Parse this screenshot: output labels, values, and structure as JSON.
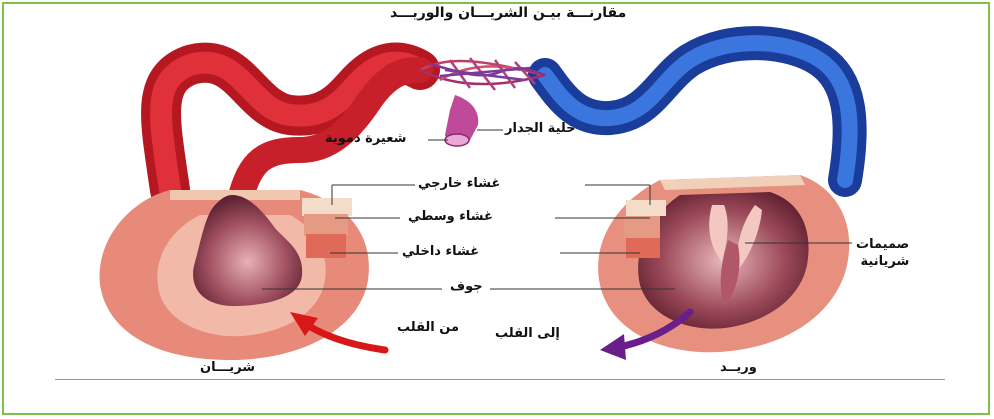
{
  "title": "مقارنـــة بيـن الشريـــان والوريـــد",
  "labels": {
    "wall_cell": "خلية الجدار",
    "capillary": "شعيرة دموية",
    "outer_layer": "غشاء خارجي",
    "middle_layer": "غشاء وسطي",
    "inner_layer": "غشاء داخلي",
    "lumen": "جوف",
    "valves": "صميمات\nشريانية",
    "from_heart": "من القلب",
    "to_heart": "إلى القلب",
    "artery": "شريـــان",
    "vein": "وريــد"
  },
  "colors": {
    "frame": "#7cc24a",
    "artery_red": "#d8202a",
    "vein_blue": "#2a5cc8",
    "arrow_purple": "#6a1e8a"
  }
}
